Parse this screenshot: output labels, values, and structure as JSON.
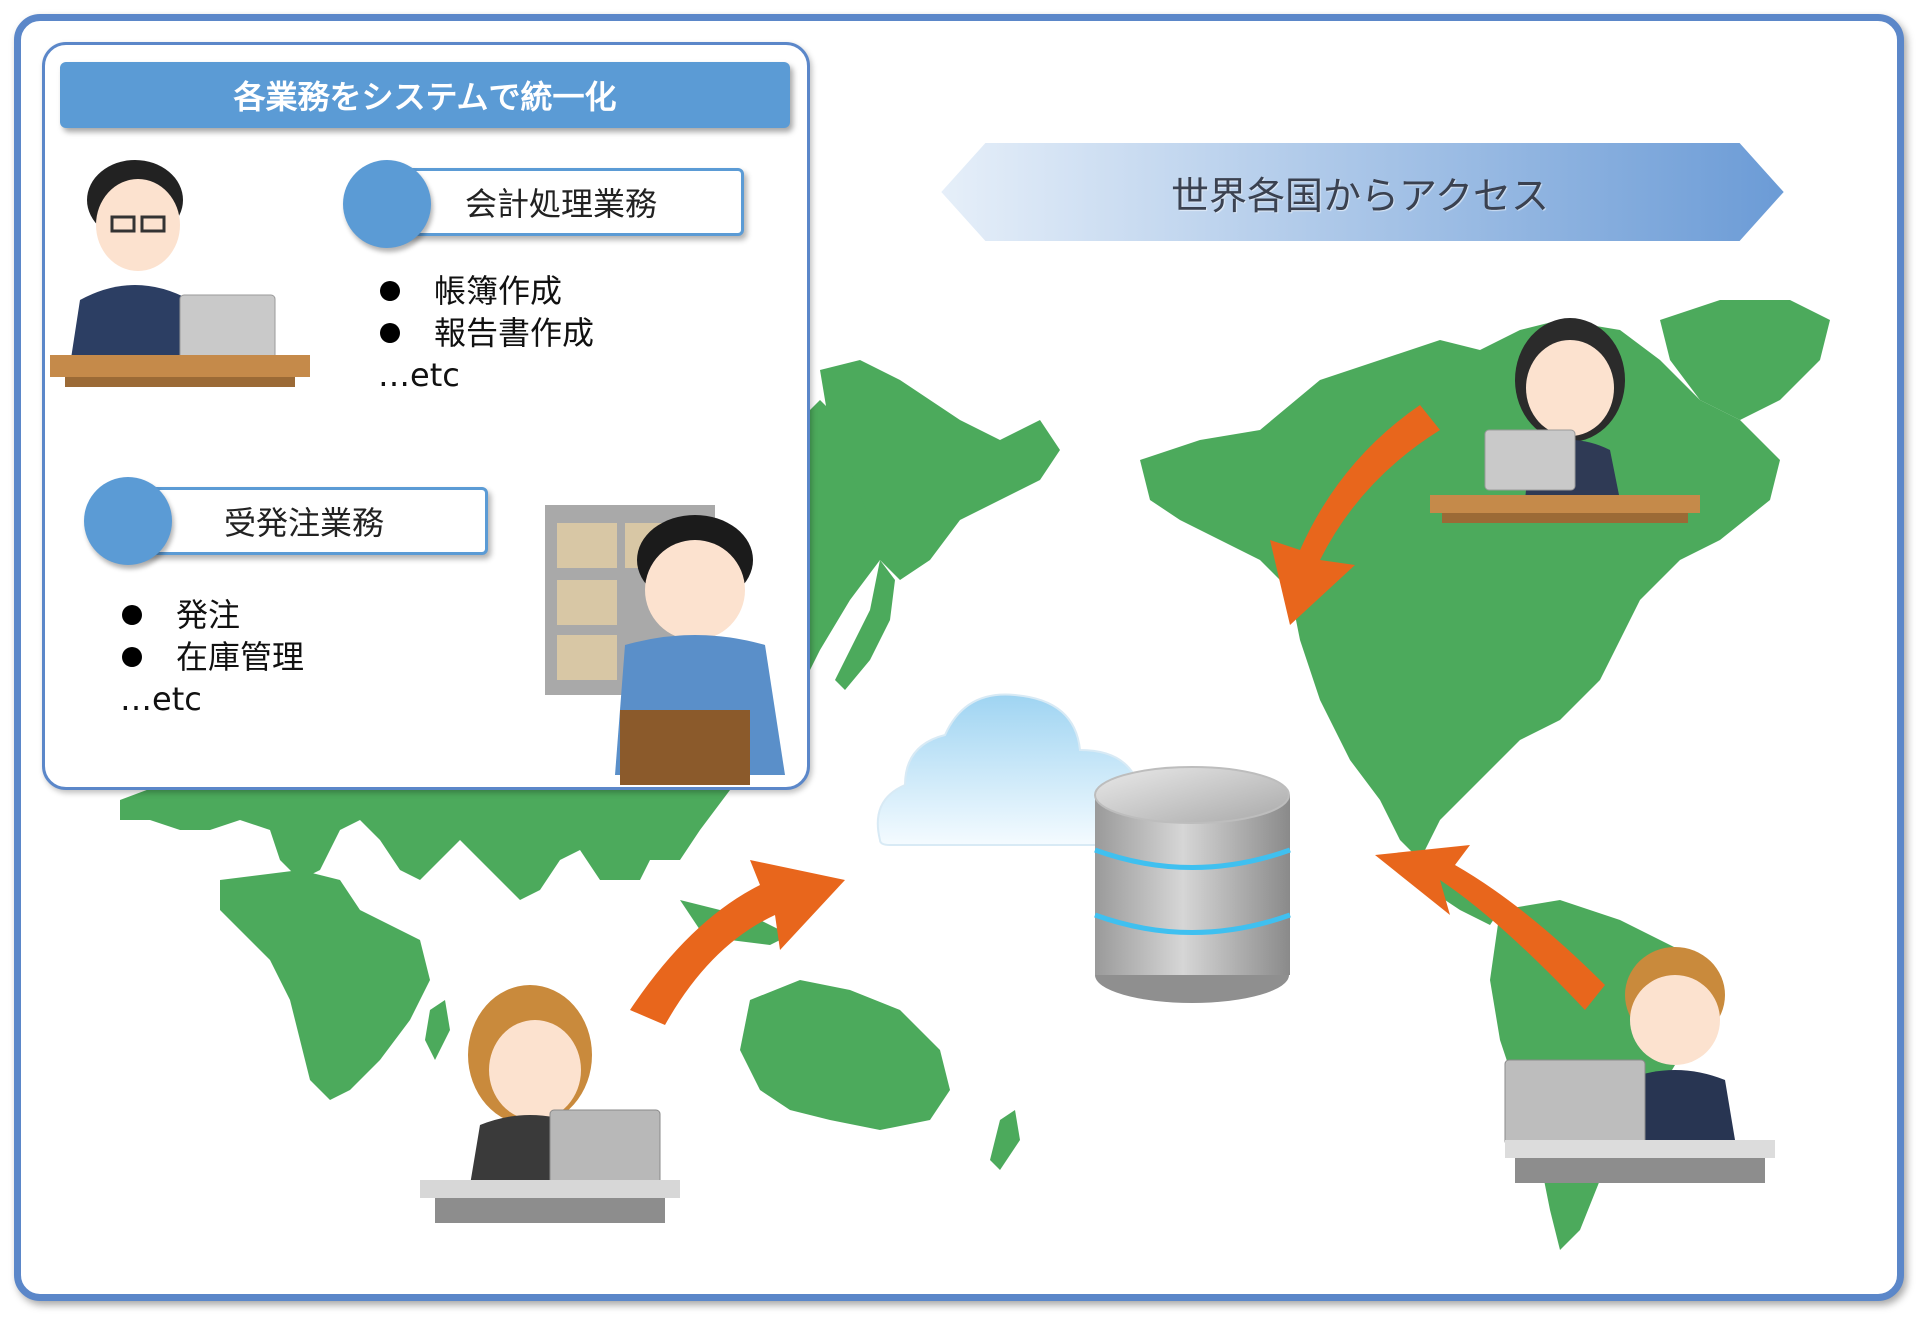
{
  "panel": {
    "header": "各業務をシステムで統一化",
    "sections": [
      {
        "title": "会計処理業務",
        "items": [
          "帳簿作成",
          "報告書作成"
        ],
        "etc": "…etc"
      },
      {
        "title": "受発注業務",
        "items": [
          "発注",
          "在庫管理"
        ],
        "etc": "…etc"
      }
    ]
  },
  "banner": {
    "label": "世界各国からアクセス"
  },
  "colors": {
    "frame": "#5b87c9",
    "accent": "#5b9bd5",
    "land": "#4caa5c",
    "arrow": "#e8661c",
    "cloud": "#cfe8f7"
  },
  "icons": [
    "cloud-icon",
    "database-icon",
    "arrow-icon",
    "person-with-laptop-icon",
    "warehouse-worker-icon"
  ]
}
